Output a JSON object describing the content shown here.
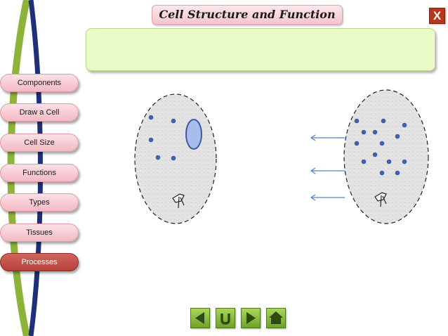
{
  "title": "Cell Structure and Function",
  "close_label": "X",
  "info_box_text": "",
  "menu": {
    "items": [
      {
        "label": "Components"
      },
      {
        "label": "Draw a Cell"
      },
      {
        "label": "Cell Size"
      },
      {
        "label": "Functions"
      },
      {
        "label": "Types"
      },
      {
        "label": "Tissues"
      },
      {
        "label": "Processes",
        "active": true
      }
    ]
  },
  "colors": {
    "active_menu": "#b5403a",
    "menu": "#f3b9c4",
    "nav": "#8cc63f",
    "info_box": "#ebfbc7",
    "close": "#b8361d",
    "arrow": "#5b7fc4"
  },
  "nav_buttons": [
    {
      "icon": "back-arrow-icon"
    },
    {
      "icon": "replay-icon"
    },
    {
      "icon": "forward-arrow-icon"
    },
    {
      "icon": "home-icon"
    }
  ]
}
